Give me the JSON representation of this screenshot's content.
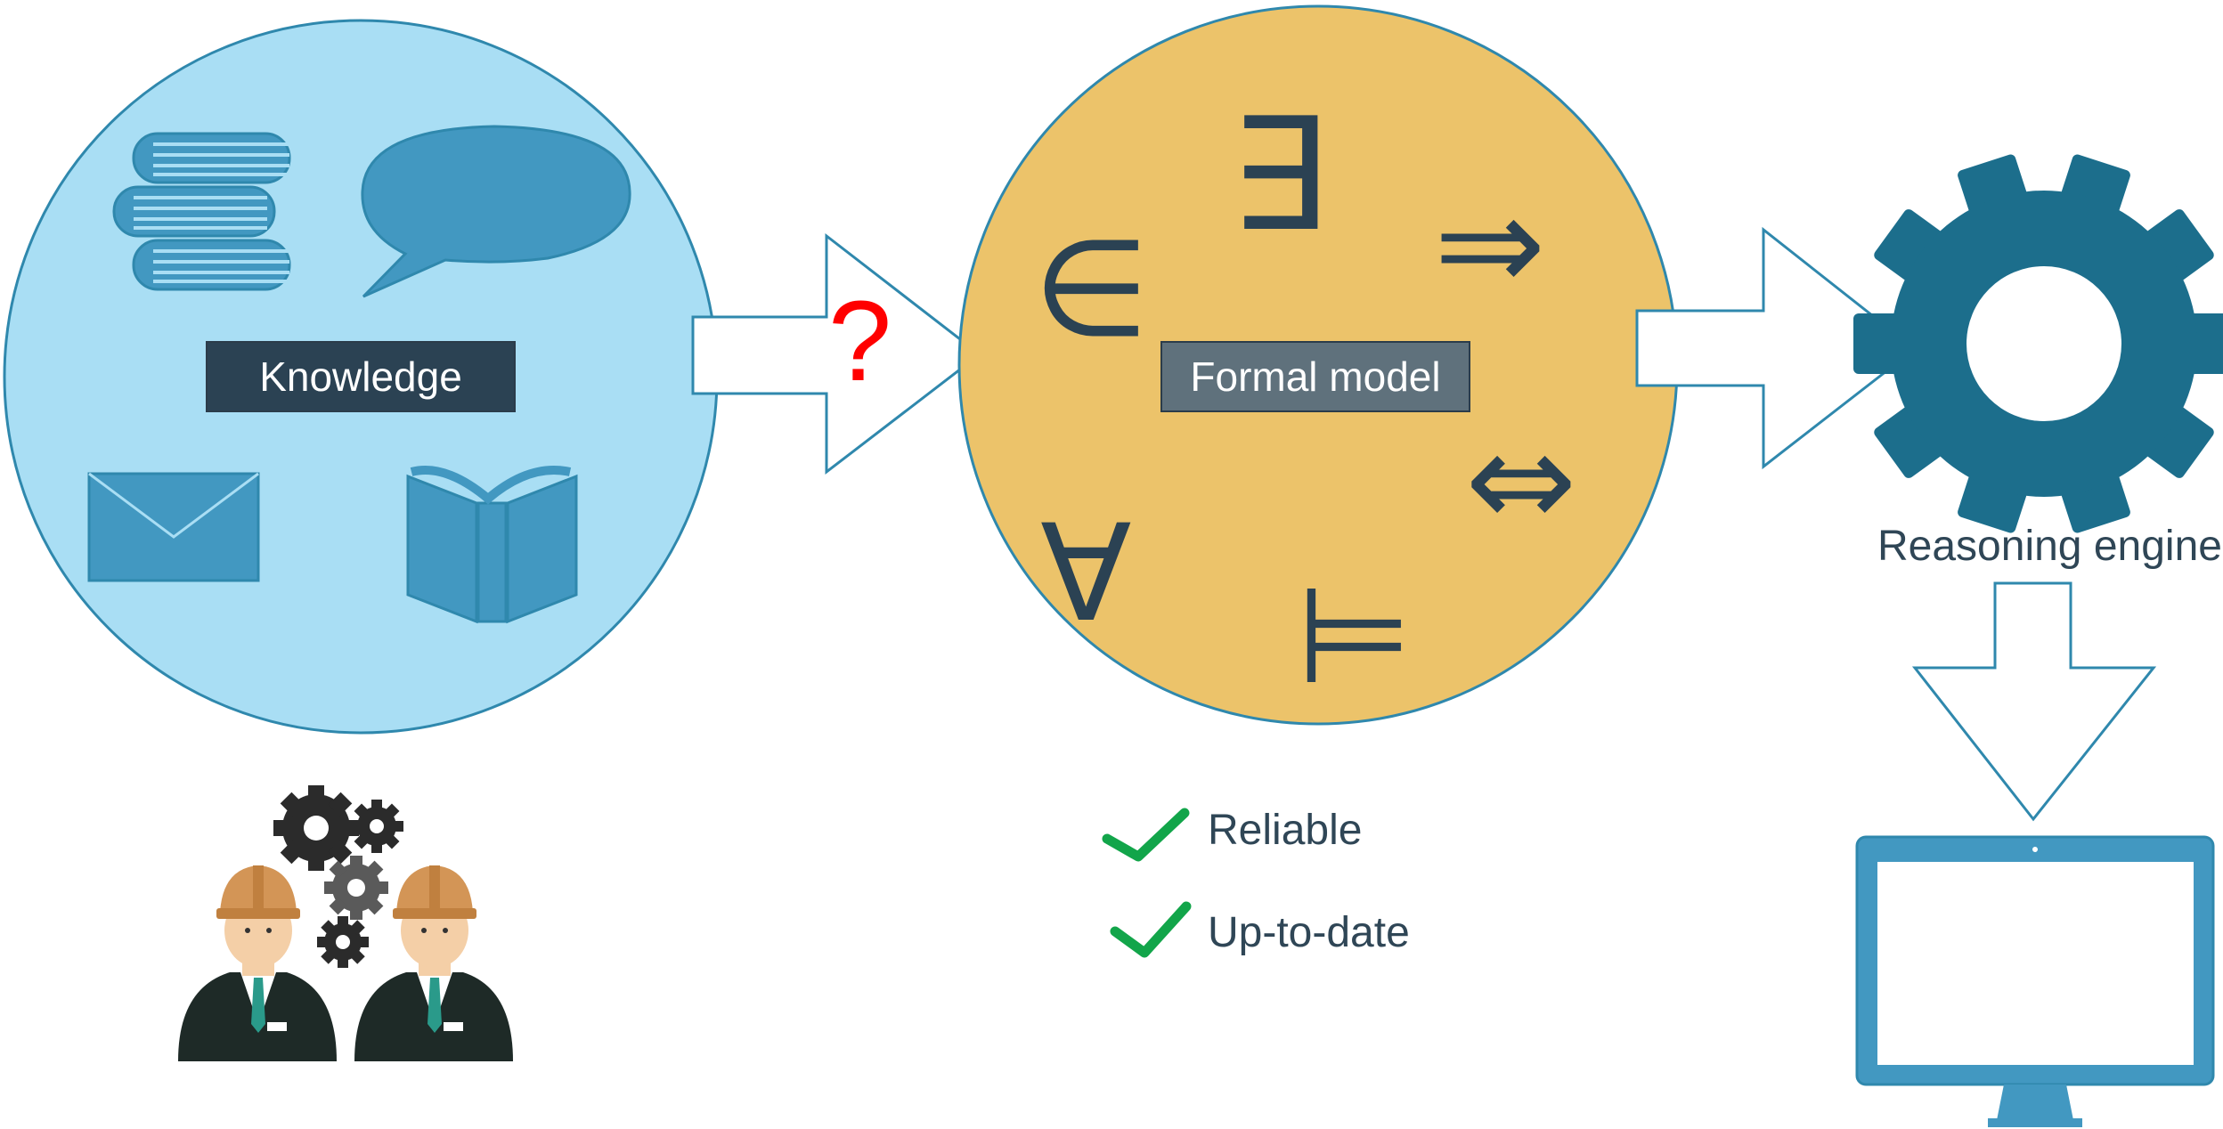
{
  "diagram": {
    "knowledge_label": "Knowledge",
    "formal_model_label": "Formal model",
    "question_mark": "?",
    "reasoning_engine_label": "Reasoning engine",
    "checklist": [
      {
        "icon": "check-icon",
        "label": "Reliable"
      },
      {
        "icon": "check-icon",
        "label": "Up-to-date"
      }
    ],
    "logic_symbols": [
      "∃",
      "∈",
      "⇒",
      "⇔",
      "∀",
      "⊨"
    ],
    "colors": {
      "knowledge_circle": "#a9def4",
      "formal_circle": "#ecc36a",
      "icon_blue": "#4298c1",
      "gear_teal": "#1c6e8c",
      "dark_label": "#2b4253",
      "grey_label": "#5f717c",
      "question_red": "#ff0000",
      "check_green": "#12a54a",
      "arrow_stroke": "#2f88ad"
    }
  }
}
